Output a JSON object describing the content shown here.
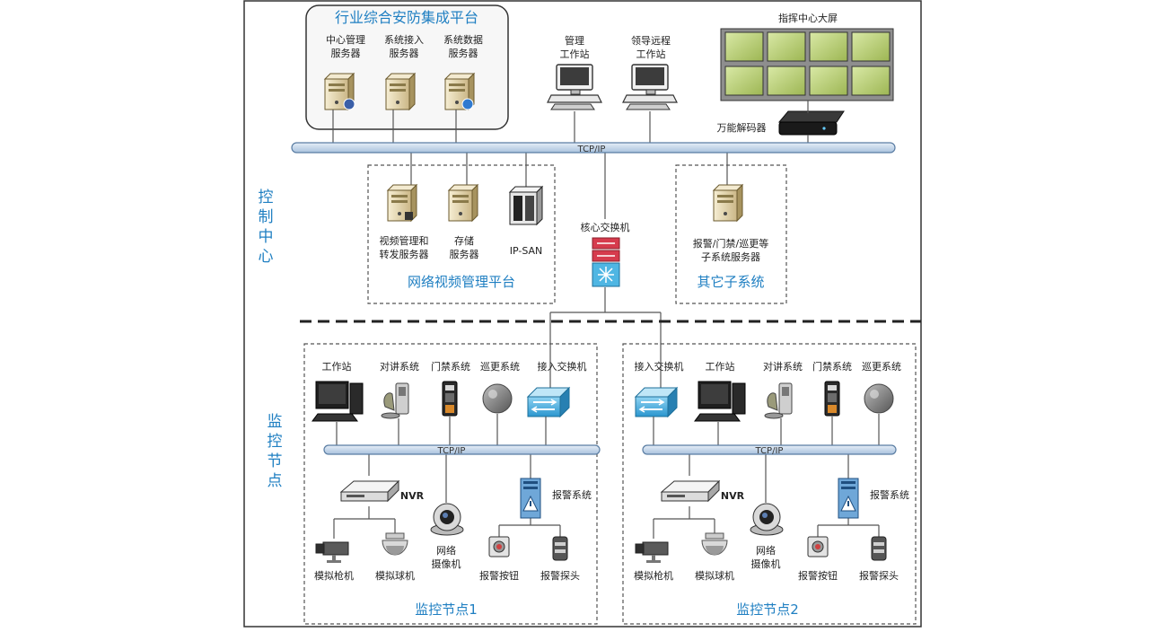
{
  "control_center": {
    "side_label_chars": [
      "控",
      "制",
      "中",
      "心"
    ],
    "integrated_platform": {
      "title": "行业综合安防集成平台",
      "servers": [
        {
          "line1": "中心管理",
          "line2": "服务器"
        },
        {
          "line1": "系统接入",
          "line2": "服务器"
        },
        {
          "line1": "系统数据",
          "line2": "服务器"
        }
      ]
    },
    "workstations": [
      {
        "line1": "管理",
        "line2": "工作站"
      },
      {
        "line1": "领导远程",
        "line2": "工作站"
      }
    ],
    "big_screen_label": "指挥中心大屏",
    "decoder_label": "万能解码器",
    "backbone_label": "TCP/IP",
    "core_switch_label": "核心交换机",
    "video_platform": {
      "title": "网络视频管理平台",
      "items": [
        {
          "line1": "视频管理和",
          "line2": "转发服务器"
        },
        {
          "line1": "存储",
          "line2": "服务器"
        },
        {
          "line1": "IP-SAN",
          "line2": ""
        }
      ]
    },
    "other_systems": {
      "title": "其它子系统",
      "server_line1": "报警/门禁/巡更等",
      "server_line2": "子系统服务器"
    }
  },
  "monitor_nodes": {
    "side_label_chars": [
      "监",
      "控",
      "节",
      "点"
    ],
    "nodes": [
      {
        "title": "监控节点1",
        "access_switch": "接入交换机",
        "workstation": "工作站",
        "intercom": "对讲系统",
        "door_access": "门禁系统",
        "patrol": "巡更系统",
        "bus_label": "TCP/IP",
        "nvr": "NVR",
        "alarm_system": "报警系统",
        "net_camera_line1": "网络",
        "net_camera_line2": "摄像机",
        "analog_gun": "模拟枪机",
        "analog_dome": "模拟球机",
        "alarm_button": "报警按钮",
        "alarm_probe": "报警探头"
      },
      {
        "title": "监控节点2",
        "access_switch": "接入交换机",
        "workstation": "工作站",
        "intercom": "对讲系统",
        "door_access": "门禁系统",
        "patrol": "巡更系统",
        "bus_label": "TCP/IP",
        "nvr": "NVR",
        "alarm_system": "报警系统",
        "net_camera_line1": "网络",
        "net_camera_line2": "摄像机",
        "analog_gun": "模拟枪机",
        "analog_dome": "模拟球机",
        "alarm_button": "报警按钮",
        "alarm_probe": "报警探头"
      }
    ]
  },
  "colors": {
    "frame": "#333333",
    "bus_fill": "#c8d8ea",
    "bus_stroke": "#5a7da3",
    "accent_blue": "#1f7fc2",
    "line": "#555555",
    "server_fill": "#e9dcb3",
    "switch_red": "#d63b4d",
    "switch_cyan": "#4fb6e3"
  }
}
